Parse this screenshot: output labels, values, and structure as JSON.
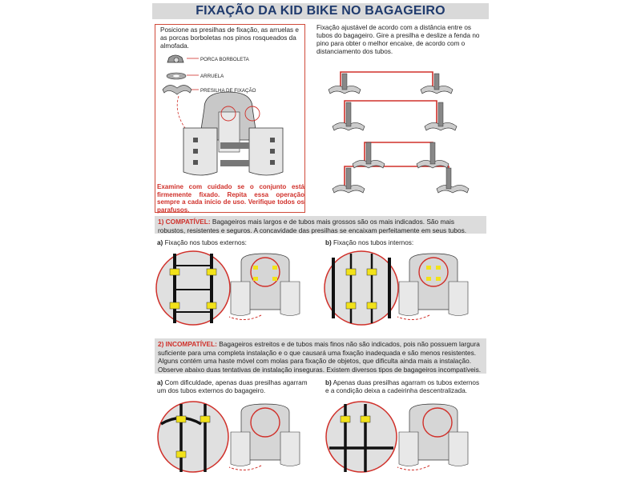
{
  "title": "FIXAÇÃO DA KID BIKE NO BAGAGEIRO",
  "step1": {
    "instruction": "Posicione as presilhas de fixação, as arruelas e as porcas borboletas nos pinos rosqueados da almofada.",
    "labels": {
      "wing_nut": "PORCA BORBOLETA",
      "washer": "ARRUELA",
      "clamp": "PRESILHA DE FIXAÇÃO"
    },
    "warning": "Examine com cuidado se o conjunto está firmemente fixado. Repita essa operação sempre a cada início de uso. Verifique todos os parafusos."
  },
  "step2": {
    "instruction": "Fixação ajustável de acordo com a distância entre os tubos do bagageiro. Gire a presilha e deslize a fenda no pino para obter o melhor encaixe, de acordo com o distanciamento dos tubos."
  },
  "compatible": {
    "label": "1) COMPATÍVEL:",
    "text": "Bagageiros mais largos e de tubos mais grossos são os mais indicados. São mais robustos, resistentes e seguros. A concavidade das presilhas se encaixam perfeitamente em seus tubos.",
    "case_a": {
      "letter": "a)",
      "text": "Fixação nos tubos externos:"
    },
    "case_b": {
      "letter": "b)",
      "text": "Fixação nos tubos internos:"
    }
  },
  "incompatible": {
    "label": "2) INCOMPATÍVEL:",
    "text": "Bagageiros estreitos e de tubos mais finos não são indicados, pois não possuem largura suficiente para uma completa instalação e o que causará uma fixação inadequada e são menos resistentes. Alguns contém uma haste móvel com molas para fixação de objetos, que dificulta ainda mais a instalação. Observe abaixo duas tentativas de instalação inseguras. Existem diversos tipos de bagageiros incompatíveis.",
    "case_a": {
      "letter": "a)",
      "text": "Com dificuldade, apenas duas presilhas agarram um dos tubos externos do bagageiro."
    },
    "case_b": {
      "letter": "b)",
      "text": "Apenas duas presilhas agarram os tubos externos e a condição deixa a cadeirinha descentralizada."
    }
  },
  "colors": {
    "title": "#1f3a6d",
    "accent_red": "#d0302a",
    "section_bg": "#dcdcdc",
    "clamp_yellow": "#f2e21a"
  }
}
